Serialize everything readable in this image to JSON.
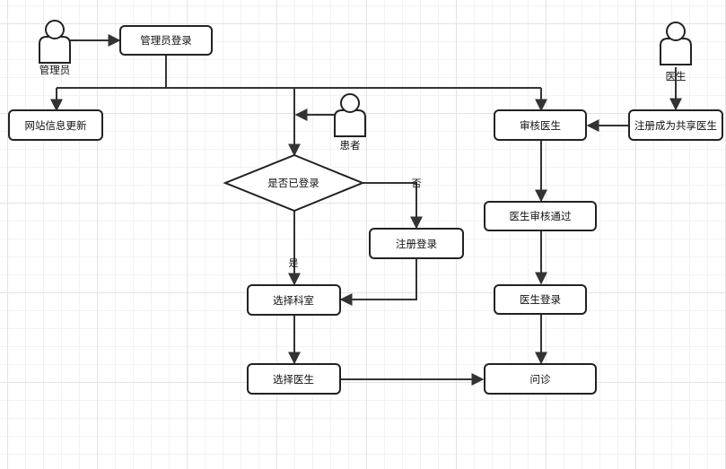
{
  "actors": {
    "admin": "管理员",
    "patient": "患者",
    "doctor": "医生"
  },
  "nodes": {
    "admin_login": "管理员登录",
    "site_update": "网站信息更新",
    "is_logged_in": "是否已登录",
    "register_login": "注册登录",
    "choose_department": "选择科室",
    "choose_doctor": "选择医生",
    "review_doctor": "审核医生",
    "register_shared_doctor": "注册成为共享医生",
    "doctor_review_passed": "医生审核通过",
    "doctor_login": "医生登录",
    "consultation": "问诊"
  },
  "edge_labels": {
    "no": "否",
    "yes": "是"
  }
}
